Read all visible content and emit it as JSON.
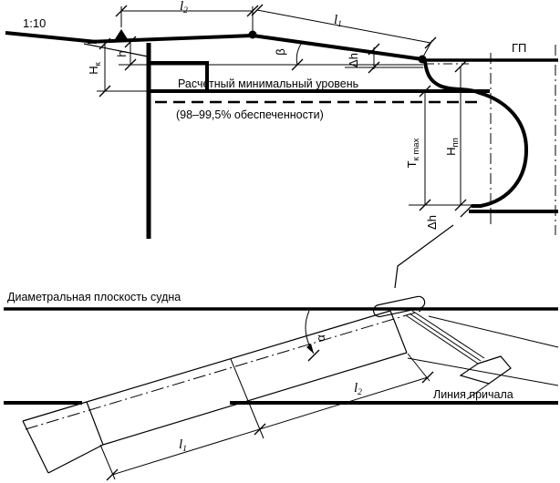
{
  "section_view": {
    "slope_label": "1:10",
    "dim_l2": {
      "main": "l",
      "sub": "2"
    },
    "dim_l1": {
      "main": "l",
      "sub": "1"
    },
    "angle_beta": "β",
    "dim_delta_h_top": "Δh",
    "dim_h": "h",
    "dim_H_k": {
      "main": "Н",
      "sub": "к"
    },
    "deck_level_label": "ГП",
    "min_level_text": "Расчетный минимальный уровень",
    "min_level_note": "(98–99,5% обеспеченности)",
    "dim_T_k_max": {
      "main": "Т",
      "sub": "к max"
    },
    "dim_H_pp": {
      "main": "Н",
      "sub": "пп"
    },
    "dim_delta_h_bottom": "Δh"
  },
  "plan_view": {
    "dp_line_label": "Диаметральная плоскость судна",
    "berth_line_label": "Линия причала",
    "angle_alpha": "α",
    "dim_l1": {
      "main": "l",
      "sub": "1"
    },
    "dim_l2": {
      "main": "l",
      "sub": "2"
    }
  },
  "colors": {
    "line": "#000000",
    "background": "#ffffff"
  }
}
